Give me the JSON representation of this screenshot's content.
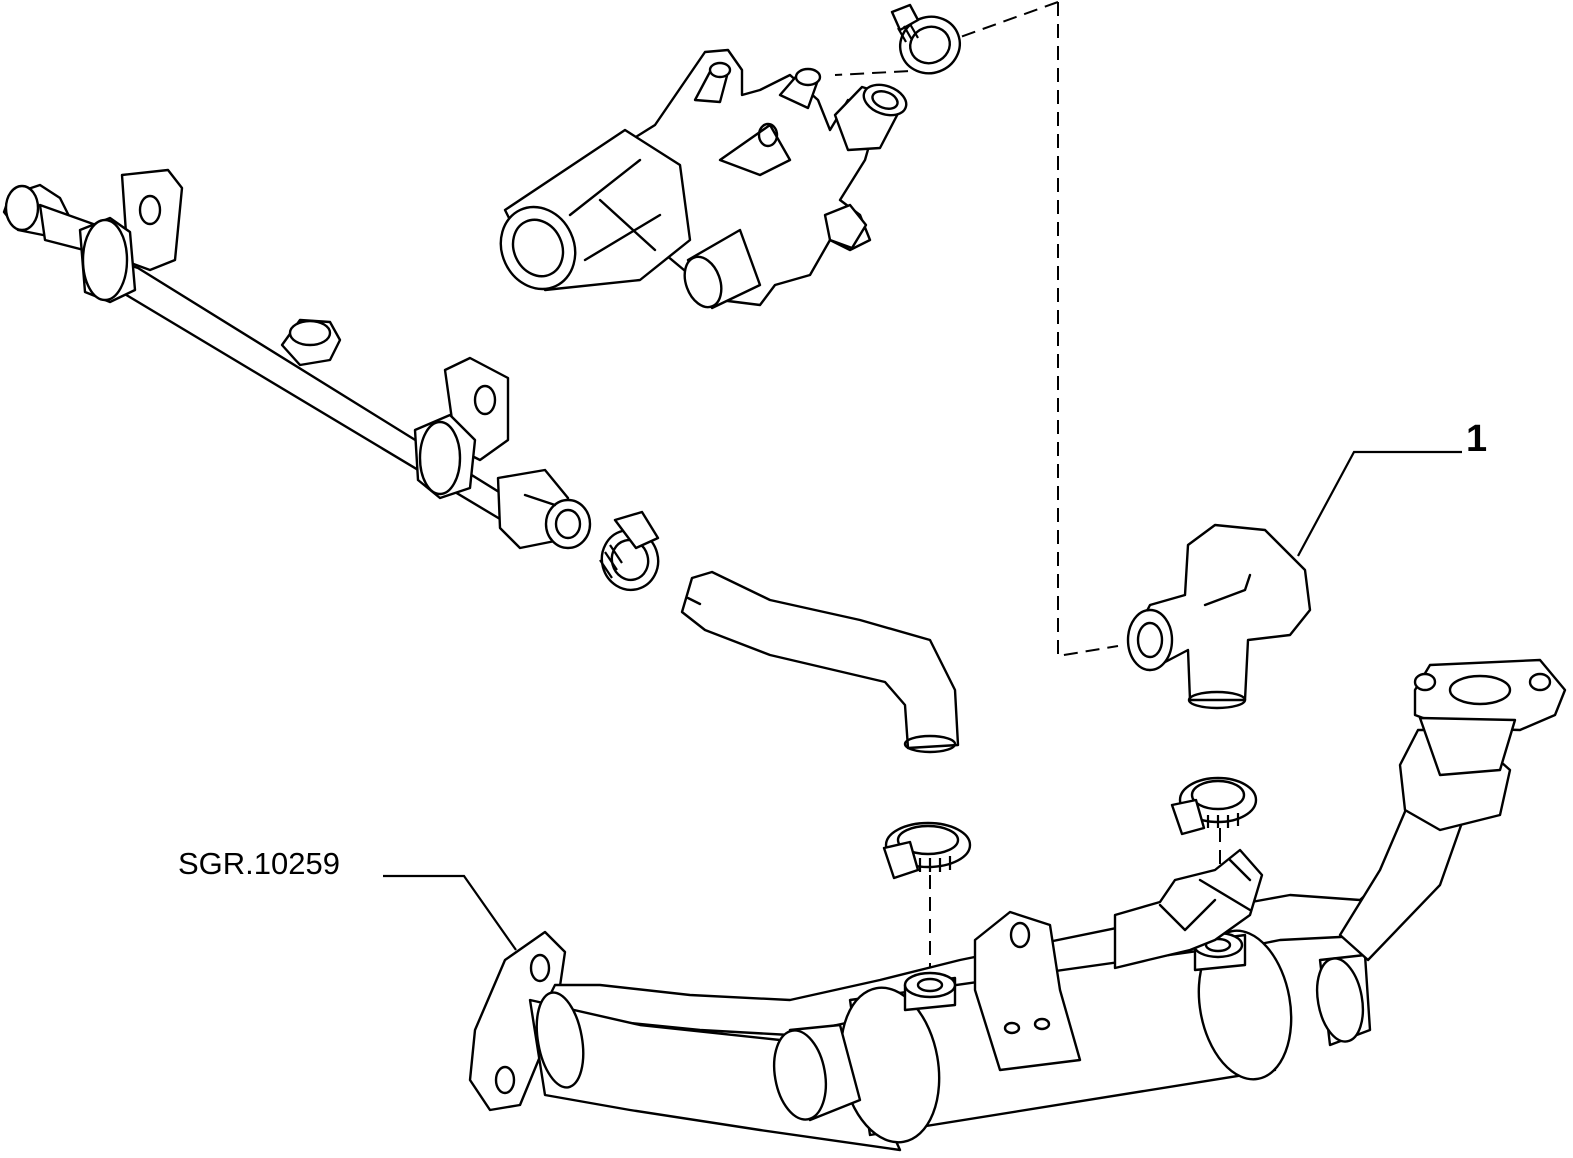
{
  "diagram": {
    "callout_number": "1",
    "drawing_code": "SGR.10259"
  },
  "parts": [
    "thermostat-housing",
    "coolant-rail-pipe",
    "hose-clamp",
    "upper-coolant-hose",
    "elbow-hose",
    "egr-cooler"
  ]
}
